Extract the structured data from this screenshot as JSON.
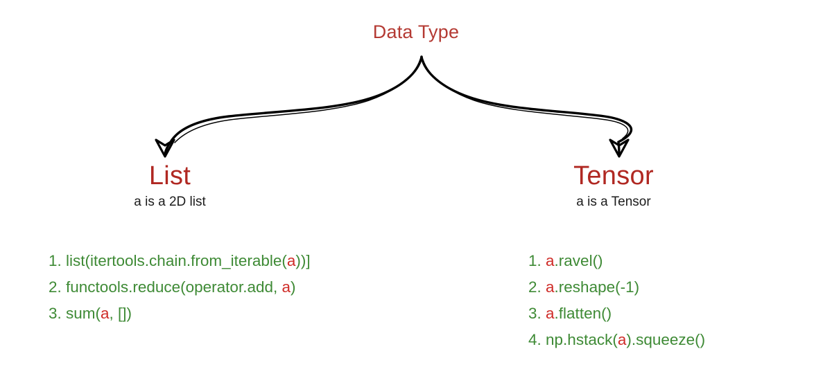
{
  "diagram": {
    "type": "flowchart",
    "root": {
      "label": "Data Type"
    },
    "colors": {
      "root_red": "#b43a33",
      "heading_red": "#b02822",
      "code_green": "#3e8a35",
      "variable_red": "#cf2c28",
      "subtitle_black": "#1b1b1b",
      "connector_black": "#000000",
      "background": "#ffffff"
    },
    "branches": [
      {
        "id": "list",
        "title": "List",
        "subtitle": "a is a 2D list",
        "items": [
          {
            "index": "1.",
            "prefix": "list(itertools.chain.from_iterable(",
            "var": "a",
            "suffix": "))]"
          },
          {
            "index": "2.",
            "prefix": "functools.reduce(operator.add, ",
            "var": "a",
            "suffix": ")"
          },
          {
            "index": "3.",
            "prefix": "sum(",
            "var": "a",
            "suffix": ", [])"
          }
        ]
      },
      {
        "id": "tensor",
        "title": "Tensor",
        "subtitle": "a is a Tensor",
        "items": [
          {
            "index": "1.",
            "prefix": "",
            "var": "a",
            "suffix": ".ravel()"
          },
          {
            "index": "2.",
            "prefix": "",
            "var": "a",
            "suffix": ".reshape(-1)"
          },
          {
            "index": "3.",
            "prefix": "",
            "var": "a",
            "suffix": ".flatten()"
          },
          {
            "index": "4.",
            "prefix": "np.hstack(",
            "var": "a",
            "suffix": ").squeeze()"
          }
        ]
      }
    ],
    "connectors": [
      {
        "id": "arrow-to-list",
        "from": "Data Type",
        "to": "List",
        "style": "curved-hollow-arrowhead"
      },
      {
        "id": "arrow-to-tensor",
        "from": "Data Type",
        "to": "Tensor",
        "style": "curved-hollow-arrowhead"
      }
    ]
  }
}
